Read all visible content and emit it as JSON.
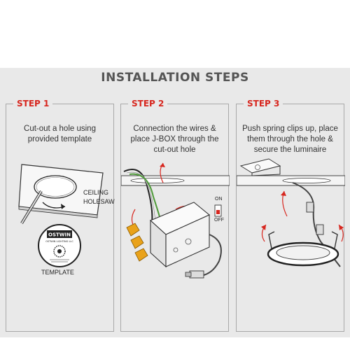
{
  "header": {
    "title": "INSTALLATION STEPS"
  },
  "steps": [
    {
      "label": "STEP 1",
      "description": "Cut-out a hole using provided template",
      "callouts": {
        "ceiling": "CEILING",
        "holesaw": "HOLESAW",
        "template": "TEMPLATE"
      },
      "badge": {
        "brand": "OSTWIN",
        "sub": "OSTWIN LIGHTING LLC"
      }
    },
    {
      "label": "STEP 2",
      "description": "Connection the wires & place J-BOX through the cut-out hole",
      "switch": {
        "on": "ON",
        "off": "OFF"
      }
    },
    {
      "label": "STEP 3",
      "description": "Push spring clips up, place them through the hole & secure the luminaire"
    }
  ],
  "colors": {
    "accent": "#d7261e",
    "band": "#e9e9e9",
    "panel_border": "#a8a8a8",
    "wire_yellow": "#e9a21a",
    "wire_green": "#4f9a3a"
  }
}
